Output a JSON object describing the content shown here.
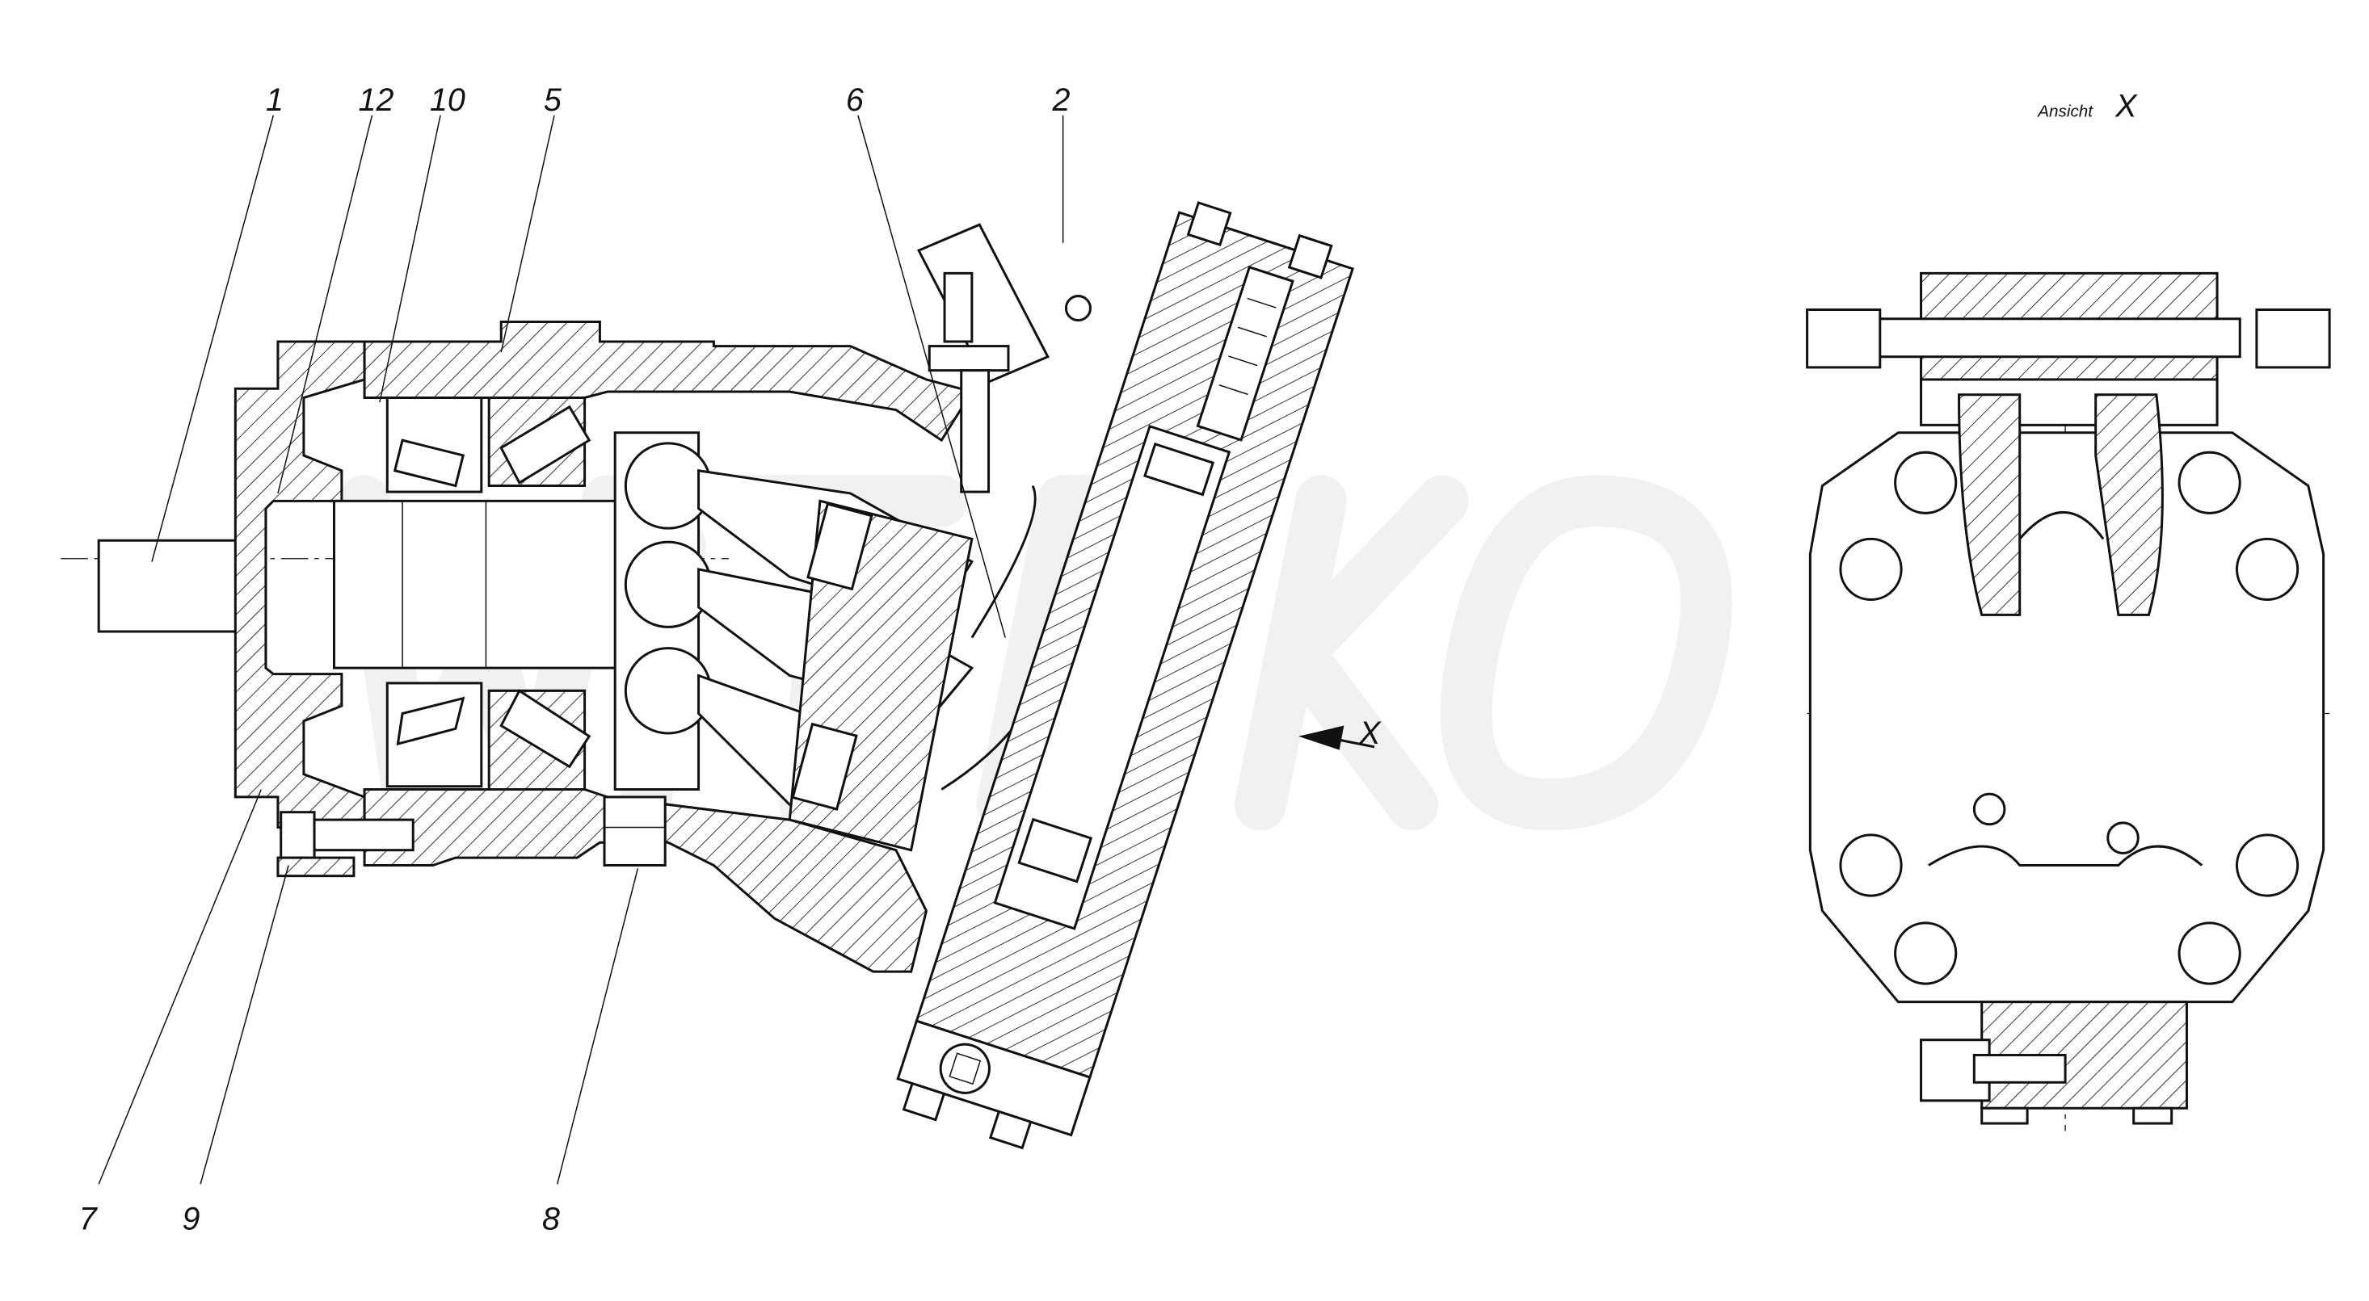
{
  "drawing": {
    "type": "sectional drawing of a hydraulic unit with side view",
    "watermark": "WiTEKO",
    "part_labels": {
      "p1": "1",
      "p12": "12",
      "p10": "10",
      "p5": "5",
      "p6": "6",
      "p2": "2",
      "p7": "7",
      "p9": "9",
      "p8": "8"
    },
    "view_arrow_label": "X",
    "side_view": {
      "caption": "Ansicht",
      "caption_letter": "X"
    }
  }
}
